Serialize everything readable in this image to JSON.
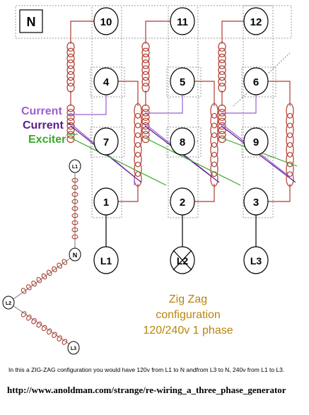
{
  "diagram": {
    "neutral_box_label": "N",
    "terminals": {
      "t1": "1",
      "t2": "2",
      "t3": "3",
      "t4": "4",
      "t5": "5",
      "t6": "6",
      "t7": "7",
      "t8": "8",
      "t9": "9",
      "t10": "10",
      "t11": "11",
      "t12": "12"
    },
    "outputs": {
      "l1": "L1",
      "l2": "L2",
      "l3": "L3"
    },
    "legend": {
      "current_1": "Current",
      "current_2": "Current",
      "exciter": "Exciter"
    },
    "configuration": {
      "line1": "Zig Zag",
      "line2": "configuration",
      "line3": "120/240v 1 phase"
    },
    "vector": {
      "l1": "L1",
      "n": "N",
      "l2": "L2",
      "l3": "L3"
    },
    "colors": {
      "coil": "#b03a2e",
      "current_1": "#9b5fd0",
      "current_2": "#5a1a8c",
      "exciter": "#3aa82a",
      "config_text": "#b8860b"
    }
  },
  "caption": "In this a ZIG-ZAG configuration you would have 120v from L1 to N andfrom L3 to N, 240v from L1 to L3.",
  "source_url": "http://www.anoldman.com/strange/re-wiring_a_three_phase_generator"
}
